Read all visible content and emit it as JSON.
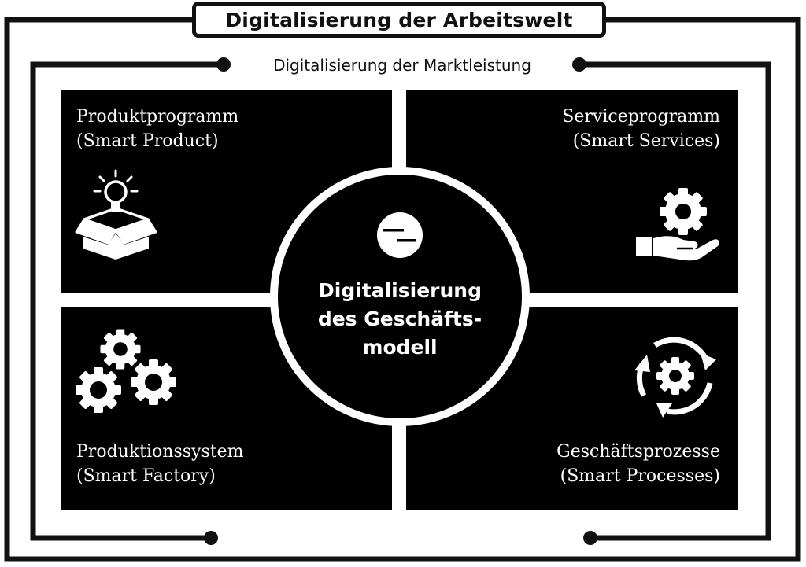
{
  "title": "Digitalisierung der Arbeitswelt",
  "subtitle": "Digitalisierung der Marktleistung",
  "center": {
    "lines": [
      "Digitalisierung",
      "des Geschäfts-",
      "modell"
    ],
    "icon": "euro-coin-icon"
  },
  "quadrants": {
    "top_left": {
      "lines": [
        "Produktprogramm",
        "(Smart Product)"
      ],
      "icon": "box-lightbulb-icon"
    },
    "top_right": {
      "lines": [
        "Serviceprogramm",
        "(Smart Services)"
      ],
      "icon": "hand-gear-icon"
    },
    "bottom_left": {
      "lines": [
        "Produktionssystem",
        "(Smart Factory)"
      ],
      "icon": "gears-icon"
    },
    "bottom_right": {
      "lines": [
        "Geschäftsprozesse",
        "(Smart Processes)"
      ],
      "icon": "cycle-gear-icon"
    }
  },
  "colors": {
    "foreground": "#000000",
    "background": "#ffffff"
  }
}
